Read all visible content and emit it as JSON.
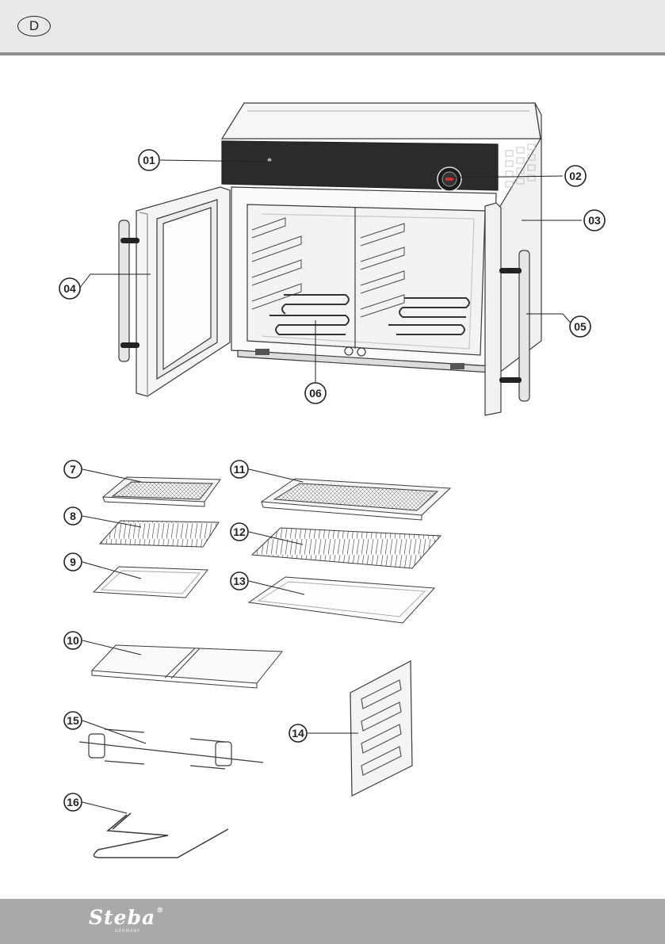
{
  "header": {
    "language_code": "D"
  },
  "callouts": {
    "c01": "01",
    "c02": "02",
    "c03": "03",
    "c04": "04",
    "c05": "05",
    "c06": "06",
    "c07": "7",
    "c08": "8",
    "c09": "9",
    "c10": "10",
    "c11": "11",
    "c12": "12",
    "c13": "13",
    "c14": "14",
    "c15": "15",
    "c16": "16"
  },
  "footer": {
    "brand": "Steba",
    "brand_mark": "®",
    "tagline": "GERMANY"
  },
  "colors": {
    "header_bg": "#e9e9e9",
    "header_rule": "#8f8f8f",
    "footer_bg": "#a9a9a9",
    "line_art": "#3a3a3a"
  }
}
